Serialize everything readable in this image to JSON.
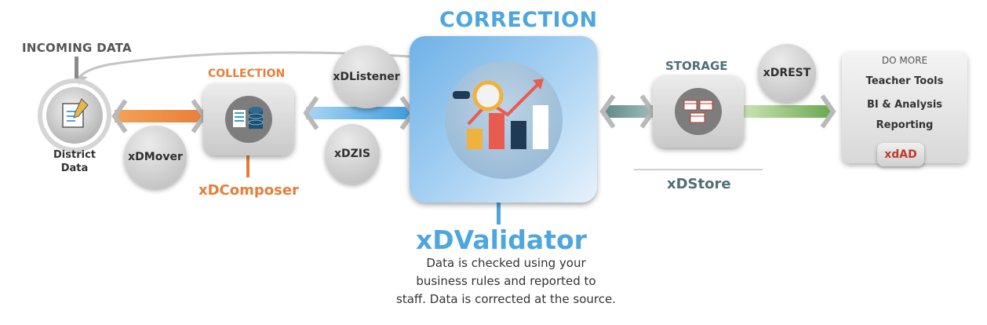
{
  "headings": {
    "incoming": "INCOMING DATA",
    "correction": "CORRECTION",
    "collection": "COLLECTION",
    "storage": "STORAGE"
  },
  "district_label": [
    "District",
    "Data"
  ],
  "bubbles": {
    "mover": "xDMover",
    "listener": "xDListener",
    "zis": "xDZIS",
    "rest": "xDREST"
  },
  "components": {
    "composer": "xDComposer",
    "store": "xDStore",
    "validator": "xDValidator"
  },
  "validator_description": [
    "Data is checked using your",
    "business rules and reported to",
    "staff. Data is corrected at the source."
  ],
  "do_more": {
    "title": "DO MORE",
    "items": [
      "Teacher Tools",
      "BI & Analysis",
      "Reporting"
    ],
    "button": "xdAD"
  },
  "colors": {
    "correction_blue": "#4ea6de",
    "collection_orange": "#e67e3a",
    "storage_teal": "#4f6f76",
    "rest_green": "#6aa84f",
    "xdad_red": "#c0392b"
  }
}
